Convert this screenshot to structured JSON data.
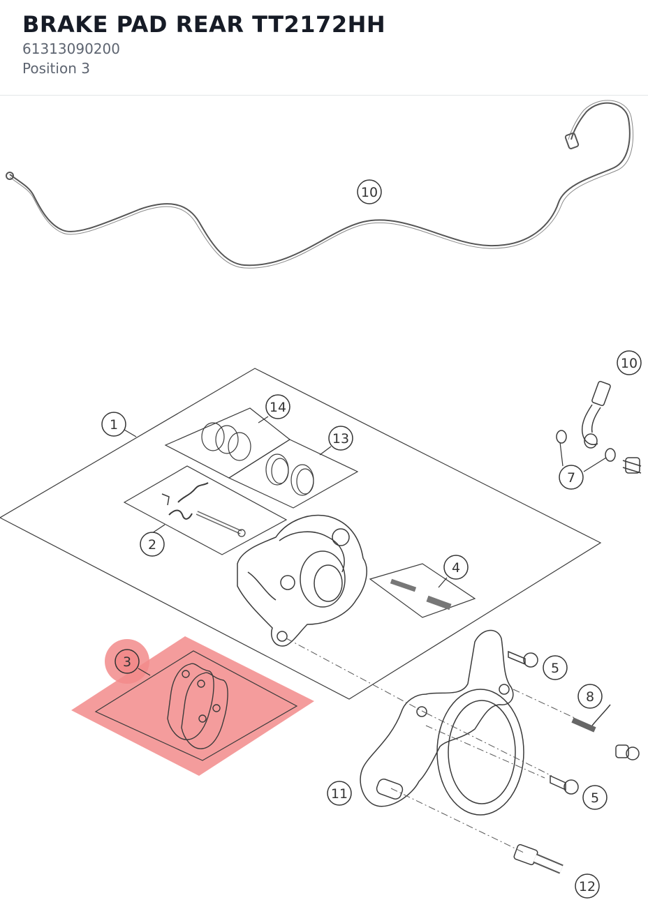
{
  "part": {
    "title": "BRAKE PAD REAR TT2172HH",
    "number": "61313090200",
    "position": "Position 3"
  },
  "colors": {
    "highlight": "#f28b8b",
    "line": "#3a3a3a",
    "callout_stroke": "#333333"
  },
  "diagram": {
    "callouts": [
      {
        "id": "10",
        "label": "10"
      },
      {
        "id": "10b",
        "label": "10"
      },
      {
        "id": "1",
        "label": "1"
      },
      {
        "id": "14",
        "label": "14"
      },
      {
        "id": "13",
        "label": "13"
      },
      {
        "id": "7",
        "label": "7"
      },
      {
        "id": "2",
        "label": "2"
      },
      {
        "id": "4",
        "label": "4"
      },
      {
        "id": "3",
        "label": "3"
      },
      {
        "id": "5a",
        "label": "5"
      },
      {
        "id": "8",
        "label": "8"
      },
      {
        "id": "11",
        "label": "11"
      },
      {
        "id": "5b",
        "label": "5"
      },
      {
        "id": "12",
        "label": "12"
      }
    ]
  }
}
